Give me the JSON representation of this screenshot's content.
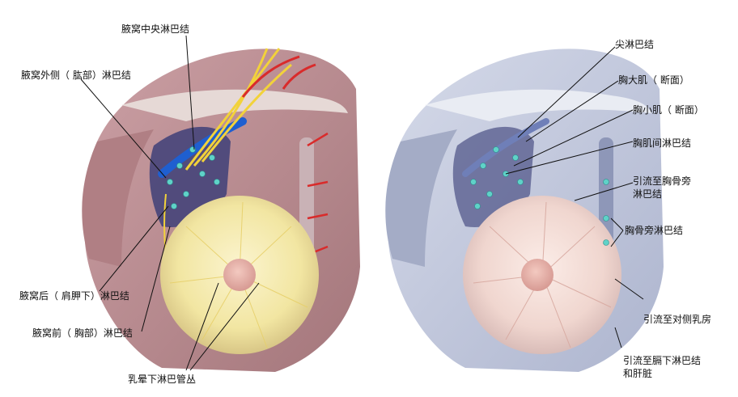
{
  "left_panel": {
    "labels": {
      "axillary_central": "腋窝中央淋巴结",
      "axillary_lateral": "腋窝外侧（ 肱部）淋巴结",
      "axillary_posterior": "腋窝后（ 肩胛下）淋巴结",
      "axillary_anterior": "腋窝前（ 胸部）淋巴结",
      "subareolar_plexus": "乳晕下淋巴管丛"
    }
  },
  "right_panel": {
    "labels": {
      "apical": "尖淋巴结",
      "pectoralis_major": "胸大肌（ 断面）",
      "pectoralis_minor": "胸小肌（ 断面）",
      "interpectoral": "胸肌间淋巴结",
      "drain_parasternal_line1": "引流至胸骨旁",
      "drain_parasternal_line2": "淋巴结",
      "parasternal": "胸骨旁淋巴结",
      "drain_contralateral": "引流至对侧乳房",
      "drain_subphrenic_line1": "引流至膈下淋巴结",
      "drain_subphrenic_line2": "和肝脏"
    }
  },
  "colors": {
    "muscle": "#b98a8e",
    "breast_left": "#f2e7a6",
    "breast_right": "#f3d9d3",
    "right_tint": "#b9c0d8",
    "vein": "#1f5fd0",
    "nerve": "#f2d23a",
    "artery": "#d92b2b",
    "node": "#5fd2c8"
  }
}
